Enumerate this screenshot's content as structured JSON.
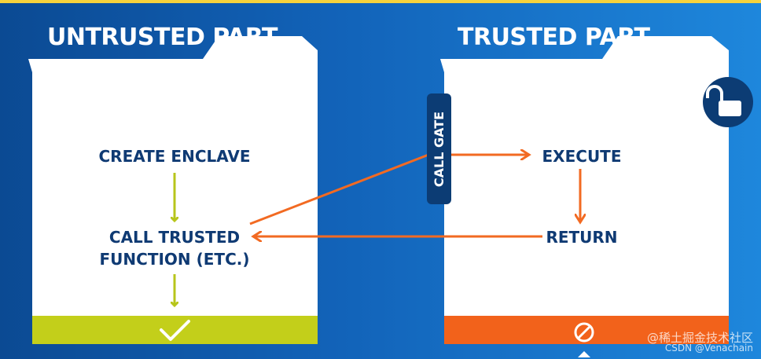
{
  "untrusted": {
    "title": "UNTRUSTED PART",
    "step1": "CREATE ENCLAVE",
    "step2_line1": "CALL TRUSTED",
    "step2_line2": "FUNCTION (ETC.)",
    "footer_icon": "checkmark-icon",
    "footer_color": "#c3cf1a"
  },
  "trusted": {
    "title": "TRUSTED PART",
    "step1": "EXECUTE",
    "step2": "RETURN",
    "footer_icon": "prohibited-icon",
    "footer_color": "#f2621b",
    "lock_icon": "unlocked-padlock-icon"
  },
  "call_gate": {
    "label": "CALL GATE",
    "color": "#0c3c74"
  },
  "colors": {
    "panel": "#ffffff",
    "text": "#0f3a73",
    "arrow_green": "#b7c51b",
    "arrow_orange": "#f26a22"
  },
  "watermark": {
    "line1": "@稀土掘金技术社区",
    "line2": "CSDN @Venachain"
  }
}
